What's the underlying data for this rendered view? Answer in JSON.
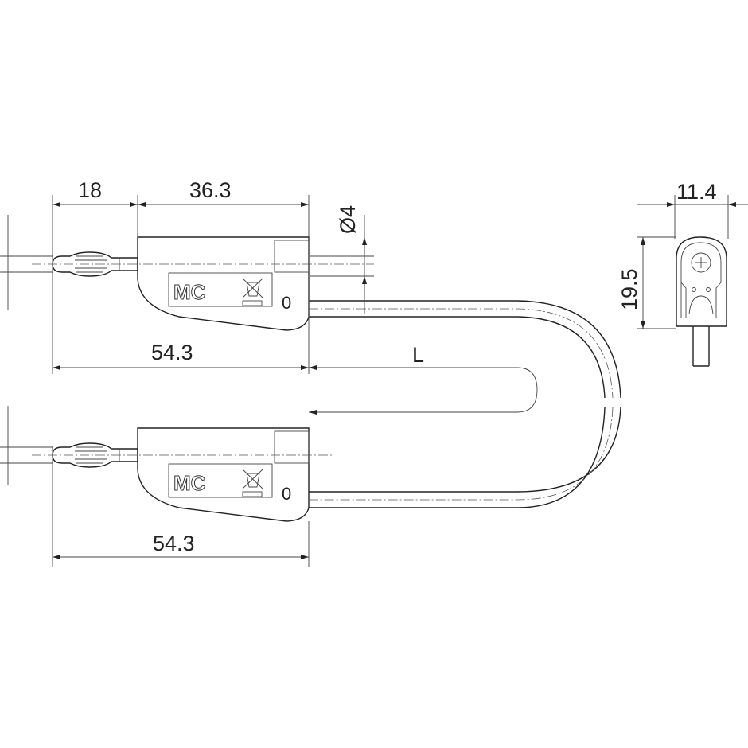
{
  "dimensions": {
    "tip_length": "18",
    "body_length": "36.3",
    "diameter": "Ø4",
    "plug_total_top": "54.3",
    "cable_length": "L",
    "plug_total_bottom": "54.3",
    "side_height": "19.5",
    "side_width": "11.4"
  },
  "plug": {
    "logo": "MC",
    "marking": "0"
  }
}
